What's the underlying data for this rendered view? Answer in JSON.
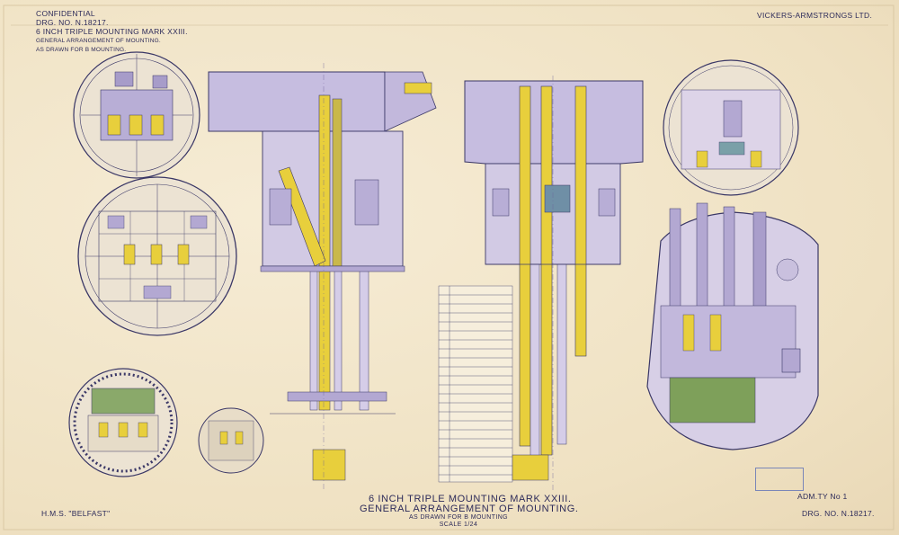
{
  "header": {
    "confidential": "CONFIDENTIAL",
    "drg_top": "DRG. NO. N.18217.",
    "mounting_title": "6 INCH TRIPLE MOUNTING MARK XXIII.",
    "subtitle_1": "GENERAL ARRANGEMENT OF MOUNTING.",
    "subtitle_2": "AS DRAWN FOR B MOUNTING.",
    "maker": "VICKERS-ARMSTRONGS LTD."
  },
  "title_block": {
    "line_1": "6 INCH TRIPLE MOUNTING MARK XXIII.",
    "line_2": "GENERAL ARRANGEMENT OF MOUNTING.",
    "line_3": "AS DRAWN FOR B MOUNTING",
    "scale": "SCALE 1/24"
  },
  "footer": {
    "ship": "H.M.S. \"BELFAST\"",
    "admiralty": "ADM.TY No 1",
    "drg_bottom": "DRG. NO. N.18217."
  },
  "colors": {
    "paper": "#f3e7cc",
    "ink": "#2d2b5a",
    "machinery": "#b3a8d2",
    "hydraulics": "#e8cf3c",
    "deck": "#7ea05a"
  }
}
